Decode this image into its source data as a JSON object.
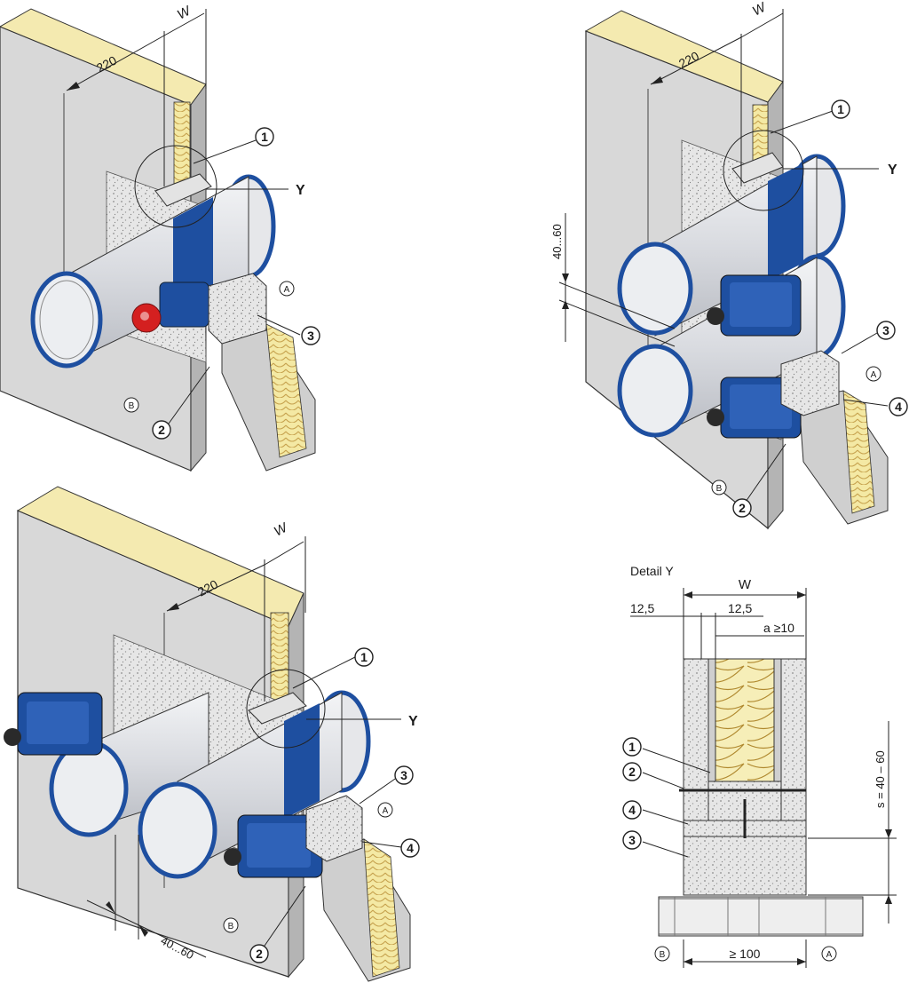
{
  "dims": {
    "w": "W",
    "d220": "220",
    "d4060": "40...60",
    "y": "Y"
  },
  "callouts": {
    "c1": "1",
    "c2": "2",
    "c3": "3",
    "c4": "4",
    "a": "A",
    "b": "B"
  },
  "detail": {
    "title": "Detail Y",
    "w": "W",
    "left": "12,5",
    "right": "12,5",
    "gap": "a ≥10",
    "s": "s = 40 – 60",
    "width": "≥ 100",
    "c1": "1",
    "c2": "2",
    "c3": "3",
    "c4": "4",
    "a": "A",
    "b": "B"
  },
  "colors": {
    "board": "#d6d6d6",
    "board_dark": "#a9a9a9",
    "insulation": "#f5ecb0",
    "insulation_hatch": "#c9a85a",
    "duct": "#e4e6ea",
    "duct_band": "#1e4fa0",
    "actuator": "#1e4fa0",
    "red_part": "#d42020",
    "mortar": "#e8e8e8"
  }
}
